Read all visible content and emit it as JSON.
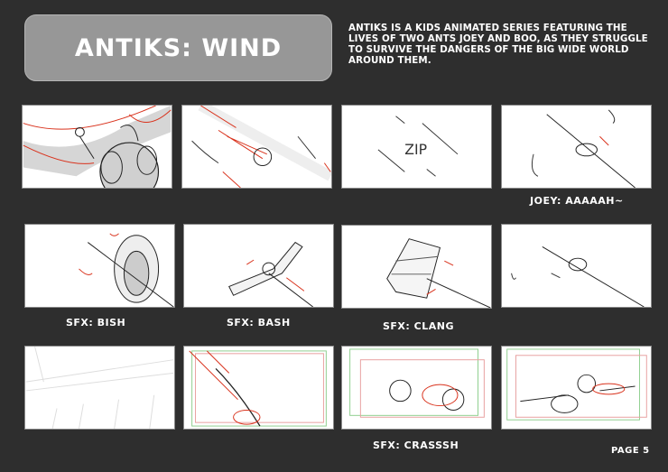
{
  "header": {
    "title": "ANTIKS: WIND",
    "description": "ANTIKS IS A KIDS ANIMATED SERIES FEATURING THE LIVES OF TWO ANTS JOEY AND BOO, AS THEY STRUGGLE TO SURVIVE THE DANGERS OF THE BIG WIDE WORLD AROUND THEM."
  },
  "panels": [
    {
      "id": 1,
      "scene": "close-up-ant-head-with-rider",
      "caption": ""
    },
    {
      "id": 2,
      "scene": "ant-flying-diagonal",
      "caption": ""
    },
    {
      "id": 3,
      "scene": "zip-text",
      "text": "ZIP",
      "caption": ""
    },
    {
      "id": 4,
      "scene": "ant-on-line",
      "caption": "JOEY: AAAAAH~"
    },
    {
      "id": 5,
      "scene": "mushroom-hit",
      "caption": "SFX: BISH"
    },
    {
      "id": 6,
      "scene": "stick-hit",
      "caption": "SFX: BASH"
    },
    {
      "id": 7,
      "scene": "bucket-hit",
      "caption": "SFX: CLANG"
    },
    {
      "id": 8,
      "scene": "ant-on-line-2",
      "caption": ""
    },
    {
      "id": 9,
      "scene": "grass-background",
      "caption": ""
    },
    {
      "id": 10,
      "scene": "crash-into-grass",
      "caption": ""
    },
    {
      "id": 11,
      "scene": "ants-tumbling",
      "caption": "SFX: CRASSSH"
    },
    {
      "id": 12,
      "scene": "ants-lying-down",
      "caption": ""
    }
  ],
  "footer": {
    "page_label": "PAGE 5"
  },
  "colors": {
    "background": "#2e2e2e",
    "title_box": "#979797",
    "sketch_red": "#d9321c",
    "safe_green": "#8fcf8f"
  }
}
